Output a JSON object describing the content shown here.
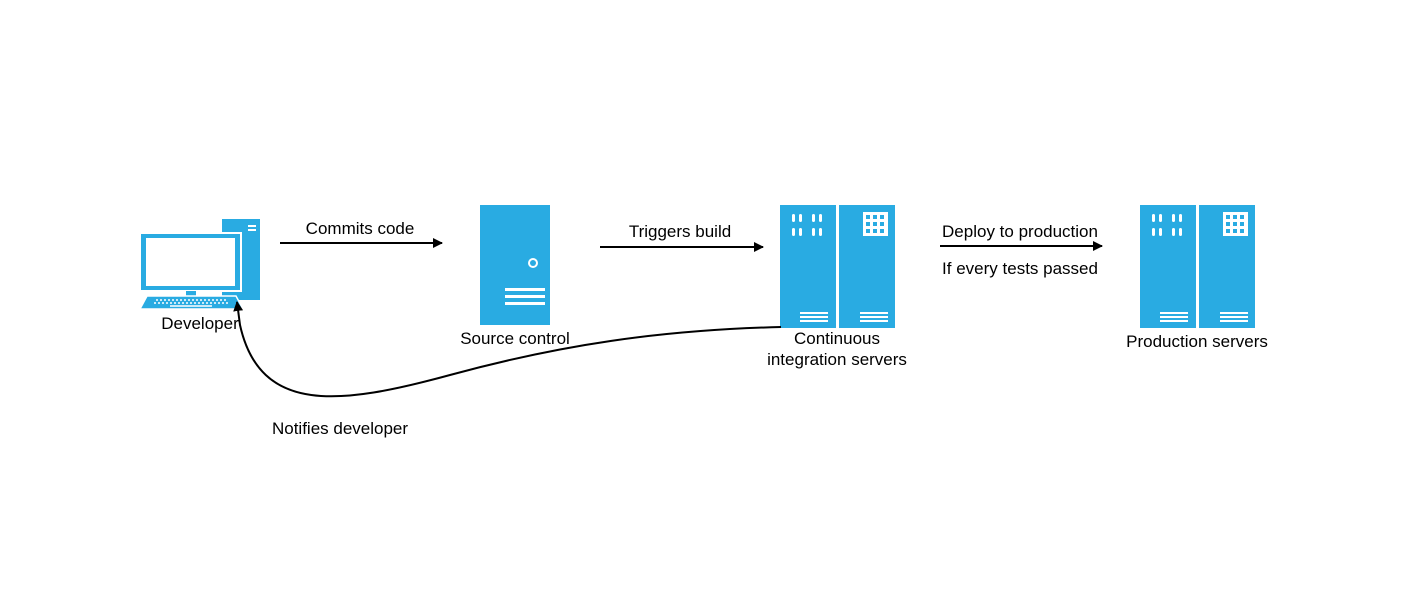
{
  "colors": {
    "accent": "#29abe2",
    "line": "#000000",
    "background": "#ffffff"
  },
  "nodes": {
    "developer": {
      "label": "Developer",
      "icon": "desktop-computer-icon"
    },
    "source_control": {
      "label": "Source control",
      "icon": "server-tower-icon"
    },
    "ci_servers": {
      "label_line1": "Continuous",
      "label_line2": "integration servers",
      "icon": "server-rack-icon"
    },
    "production": {
      "label": "Production servers",
      "icon": "server-rack-icon"
    }
  },
  "edges": {
    "commits": {
      "label": "Commits code"
    },
    "triggers": {
      "label": "Triggers build"
    },
    "deploy": {
      "label": "Deploy to production",
      "sublabel": "If every tests passed"
    },
    "notifies": {
      "label": "Notifies developer"
    }
  }
}
